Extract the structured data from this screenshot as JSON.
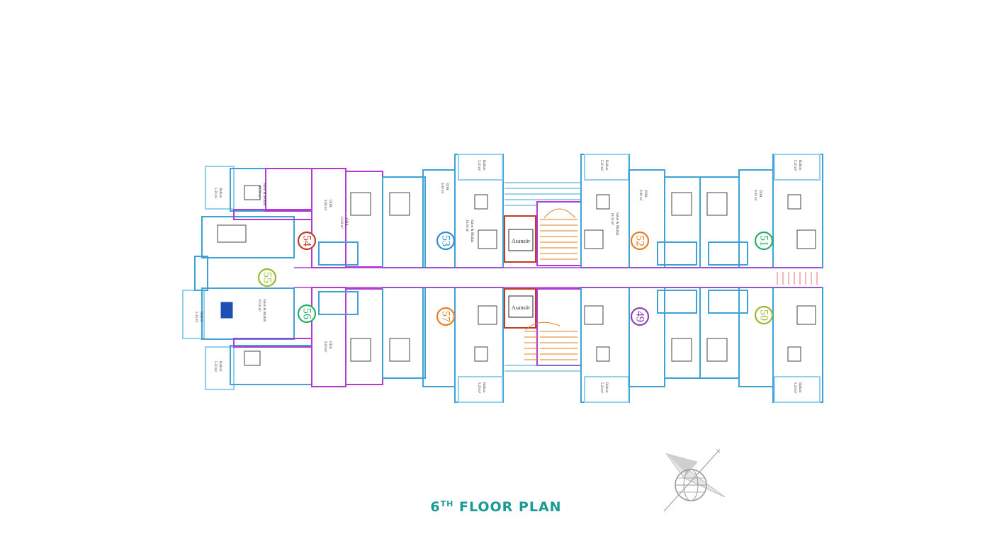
{
  "title": {
    "main": "6",
    "sup": "TH",
    "rest": " FLOOR PLAN"
  },
  "colors": {
    "title": "#1a9a96",
    "wall_blue": "#3fa2d6",
    "wall_purple": "#b13ad2",
    "stairs": "#e67e22"
  },
  "units": [
    {
      "id": "54",
      "color": "#c0392b"
    },
    {
      "id": "53",
      "color": "#2f8fd0"
    },
    {
      "id": "52",
      "color": "#e67e22"
    },
    {
      "id": "51",
      "color": "#27ae60"
    },
    {
      "id": "55",
      "color": "#9ab82c"
    },
    {
      "id": "56",
      "color": "#27ae60"
    },
    {
      "id": "57",
      "color": "#e67e22"
    },
    {
      "id": "49",
      "color": "#8e44ad"
    },
    {
      "id": "50",
      "color": "#9ab82c"
    }
  ],
  "labels": {
    "elevator": "Asansör",
    "balcony": "Balkon",
    "balcony_area": "5.20 m²",
    "room": "ODA",
    "room_area": "9.00 m²",
    "room2_area": "13.00 m²",
    "living": "Salon & Mutfak",
    "living_area": "19.50 m²"
  },
  "compass_icon": "compass-icon"
}
